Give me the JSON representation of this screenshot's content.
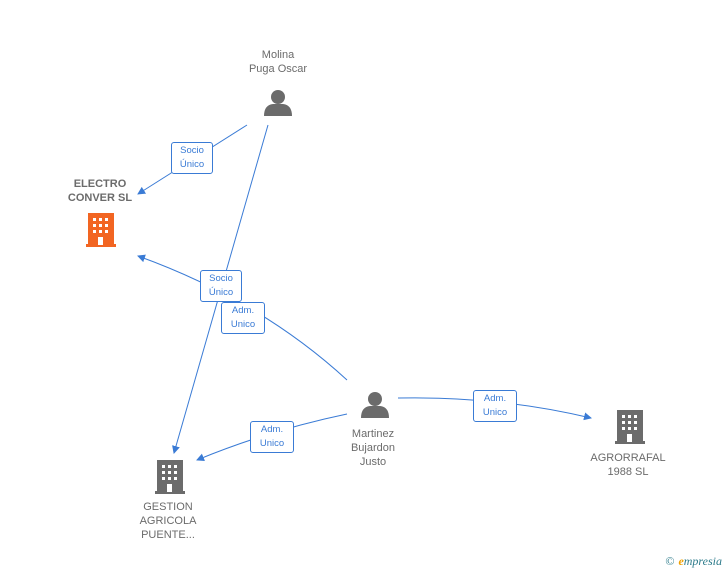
{
  "nodes": {
    "molina": {
      "label": "Molina\nPuga Oscar",
      "type": "person"
    },
    "martinez": {
      "label": "Martinez\nBujardon\nJusto",
      "type": "person"
    },
    "electro": {
      "label": "ELECTRO\nCONVER  SL",
      "type": "company",
      "highlight": true,
      "color": "#f26522"
    },
    "gestion": {
      "label": "GESTION\nAGRICOLA\nPUENTE...",
      "type": "company"
    },
    "agrorrafal": {
      "label": "AGRORRAFAL\n1988  SL",
      "type": "company"
    }
  },
  "edges": {
    "molina_electro": "Socio\nÚnico",
    "molina_gestion": "Socio\nÚnico",
    "martinez_electro": "Adm.\nUnico",
    "martinez_gestion": "Adm.\nUnico",
    "martinez_agrorrafal": "Adm.\nUnico"
  },
  "colors": {
    "edge": "#3a7bd5",
    "person": "#6b6b6b",
    "company": "#6b6b6b",
    "highlight": "#f26522"
  },
  "brand": {
    "copyright": "©",
    "e": "e",
    "rest": "mpresia"
  }
}
